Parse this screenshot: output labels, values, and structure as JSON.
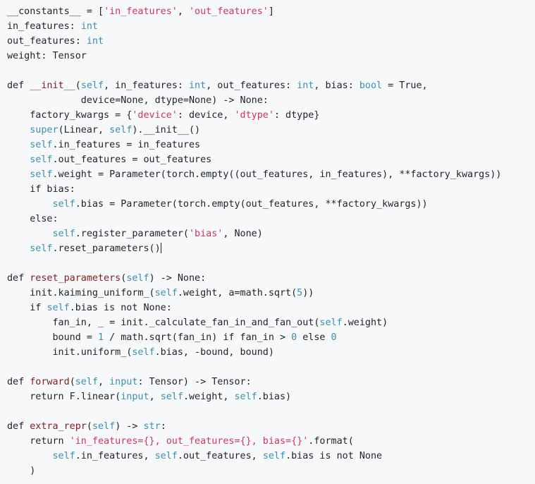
{
  "editor": {
    "lines": [
      [
        {
          "t": "__constants__ = [",
          "c": "kw"
        },
        {
          "t": "'in_features'",
          "c": "str"
        },
        {
          "t": ", ",
          "c": "kw"
        },
        {
          "t": "'out_features'",
          "c": "str"
        },
        {
          "t": "]",
          "c": "kw"
        }
      ],
      [
        {
          "t": "in_features: ",
          "c": "kw"
        },
        {
          "t": "int",
          "c": "bi"
        }
      ],
      [
        {
          "t": "out_features: ",
          "c": "kw"
        },
        {
          "t": "int",
          "c": "bi"
        }
      ],
      [
        {
          "t": "weight: Tensor",
          "c": "kw"
        }
      ],
      [],
      [
        {
          "t": "def ",
          "c": "kw"
        },
        {
          "t": "__init__",
          "c": "fn"
        },
        {
          "t": "(",
          "c": "kw"
        },
        {
          "t": "self",
          "c": "slf"
        },
        {
          "t": ", in_features: ",
          "c": "kw"
        },
        {
          "t": "int",
          "c": "bi"
        },
        {
          "t": ", out_features: ",
          "c": "kw"
        },
        {
          "t": "int",
          "c": "bi"
        },
        {
          "t": ", bias: ",
          "c": "kw"
        },
        {
          "t": "bool",
          "c": "bi"
        },
        {
          "t": " = True,",
          "c": "kw"
        }
      ],
      [
        {
          "t": "             device=None, dtype=None) -> None:",
          "c": "kw"
        }
      ],
      [
        {
          "t": "    factory_kwargs = {",
          "c": "kw"
        },
        {
          "t": "'device'",
          "c": "str"
        },
        {
          "t": ": device, ",
          "c": "kw"
        },
        {
          "t": "'dtype'",
          "c": "str"
        },
        {
          "t": ": dtype}",
          "c": "kw"
        }
      ],
      [
        {
          "t": "    ",
          "c": "kw"
        },
        {
          "t": "super",
          "c": "bi"
        },
        {
          "t": "(Linear, ",
          "c": "kw"
        },
        {
          "t": "self",
          "c": "slf"
        },
        {
          "t": ").__init__()",
          "c": "kw"
        }
      ],
      [
        {
          "t": "    ",
          "c": "kw"
        },
        {
          "t": "self",
          "c": "slf"
        },
        {
          "t": ".in_features = in_features",
          "c": "kw"
        }
      ],
      [
        {
          "t": "    ",
          "c": "kw"
        },
        {
          "t": "self",
          "c": "slf"
        },
        {
          "t": ".out_features = out_features",
          "c": "kw"
        }
      ],
      [
        {
          "t": "    ",
          "c": "kw"
        },
        {
          "t": "self",
          "c": "slf"
        },
        {
          "t": ".weight = Parameter(torch.empty((out_features, in_features), **factory_kwargs))",
          "c": "kw"
        }
      ],
      [
        {
          "t": "    if bias:",
          "c": "kw"
        }
      ],
      [
        {
          "t": "        ",
          "c": "kw"
        },
        {
          "t": "self",
          "c": "slf"
        },
        {
          "t": ".bias = Parameter(torch.empty(out_features, **factory_kwargs))",
          "c": "kw"
        }
      ],
      [
        {
          "t": "    else:",
          "c": "kw"
        }
      ],
      [
        {
          "t": "        ",
          "c": "kw"
        },
        {
          "t": "self",
          "c": "slf"
        },
        {
          "t": ".register_parameter(",
          "c": "kw"
        },
        {
          "t": "'bias'",
          "c": "str"
        },
        {
          "t": ", None)",
          "c": "kw"
        }
      ],
      [
        {
          "t": "    ",
          "c": "kw"
        },
        {
          "t": "self",
          "c": "slf"
        },
        {
          "t": ".reset_parameters()",
          "c": "kw"
        },
        {
          "t": "",
          "c": "cursor"
        }
      ],
      [],
      [
        {
          "t": "def ",
          "c": "kw"
        },
        {
          "t": "reset_parameters",
          "c": "fn"
        },
        {
          "t": "(",
          "c": "kw"
        },
        {
          "t": "self",
          "c": "slf"
        },
        {
          "t": ") -> None:",
          "c": "kw"
        }
      ],
      [
        {
          "t": "    init.kaiming_uniform_(",
          "c": "kw"
        },
        {
          "t": "self",
          "c": "slf"
        },
        {
          "t": ".weight, a=math.sqrt(",
          "c": "kw"
        },
        {
          "t": "5",
          "c": "num"
        },
        {
          "t": "))",
          "c": "kw"
        }
      ],
      [
        {
          "t": "    if ",
          "c": "kw"
        },
        {
          "t": "self",
          "c": "slf"
        },
        {
          "t": ".bias is not None:",
          "c": "kw"
        }
      ],
      [
        {
          "t": "        fan_in, _ = init._calculate_fan_in_and_fan_out(",
          "c": "kw"
        },
        {
          "t": "self",
          "c": "slf"
        },
        {
          "t": ".weight)",
          "c": "kw"
        }
      ],
      [
        {
          "t": "        bound = ",
          "c": "kw"
        },
        {
          "t": "1",
          "c": "num"
        },
        {
          "t": " / math.sqrt(fan_in) if fan_in > ",
          "c": "kw"
        },
        {
          "t": "0",
          "c": "num"
        },
        {
          "t": " else ",
          "c": "kw"
        },
        {
          "t": "0",
          "c": "num"
        }
      ],
      [
        {
          "t": "        init.uniform_(",
          "c": "kw"
        },
        {
          "t": "self",
          "c": "slf"
        },
        {
          "t": ".bias, -bound, bound)",
          "c": "kw"
        }
      ],
      [],
      [
        {
          "t": "def ",
          "c": "kw"
        },
        {
          "t": "forward",
          "c": "fn"
        },
        {
          "t": "(",
          "c": "kw"
        },
        {
          "t": "self",
          "c": "slf"
        },
        {
          "t": ", ",
          "c": "kw"
        },
        {
          "t": "input",
          "c": "bi"
        },
        {
          "t": ": Tensor) -> Tensor:",
          "c": "kw"
        }
      ],
      [
        {
          "t": "    return F.linear(",
          "c": "kw"
        },
        {
          "t": "input",
          "c": "bi"
        },
        {
          "t": ", ",
          "c": "kw"
        },
        {
          "t": "self",
          "c": "slf"
        },
        {
          "t": ".weight, ",
          "c": "kw"
        },
        {
          "t": "self",
          "c": "slf"
        },
        {
          "t": ".bias)",
          "c": "kw"
        }
      ],
      [],
      [
        {
          "t": "def ",
          "c": "kw"
        },
        {
          "t": "extra_repr",
          "c": "fn"
        },
        {
          "t": "(",
          "c": "kw"
        },
        {
          "t": "self",
          "c": "slf"
        },
        {
          "t": ") -> ",
          "c": "kw"
        },
        {
          "t": "str",
          "c": "bi"
        },
        {
          "t": ":",
          "c": "kw"
        }
      ],
      [
        {
          "t": "    return ",
          "c": "kw"
        },
        {
          "t": "'in_features={}, out_features={}, bias={}'",
          "c": "str"
        },
        {
          "t": ".format(",
          "c": "kw"
        }
      ],
      [
        {
          "t": "        ",
          "c": "kw"
        },
        {
          "t": "self",
          "c": "slf"
        },
        {
          "t": ".in_features, ",
          "c": "kw"
        },
        {
          "t": "self",
          "c": "slf"
        },
        {
          "t": ".out_features, ",
          "c": "kw"
        },
        {
          "t": "self",
          "c": "slf"
        },
        {
          "t": ".bias is not None",
          "c": "kw"
        }
      ],
      [
        {
          "t": "    )",
          "c": "kw"
        }
      ]
    ]
  },
  "colors": {
    "background": "#f6f8fa",
    "text": "#1f2328",
    "string": "#d7335f",
    "builtin": "#3a8fb7",
    "function_name": "#8b1a1a"
  }
}
